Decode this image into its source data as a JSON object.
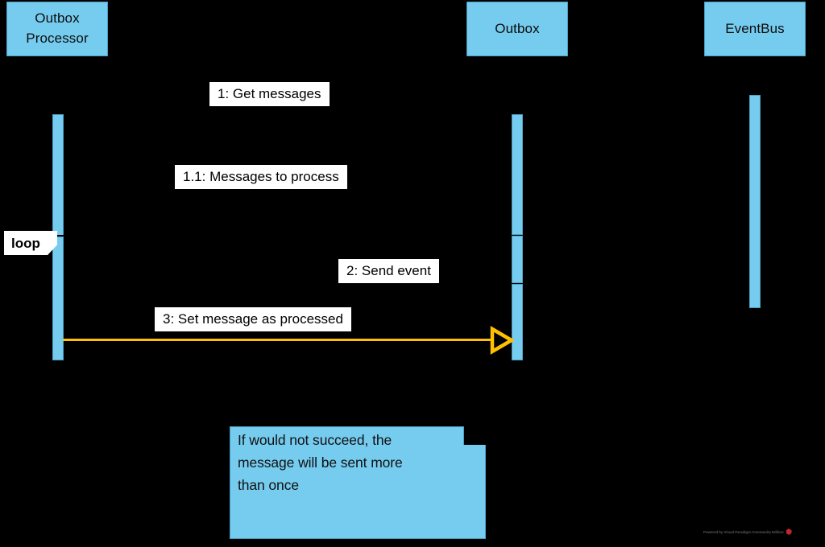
{
  "diagram": {
    "type": "uml-sequence-diagram",
    "background_color": "#000000",
    "accent_color": "#76CCEF",
    "arrow_color": "#FFC000",
    "label_background": "#FFFFFF"
  },
  "participants": [
    {
      "name": "outbox-processor",
      "label": "Outbox\nProcessor",
      "line1": "Outbox",
      "line2": "Processor"
    },
    {
      "name": "outbox",
      "label": "Outbox",
      "line1": "Outbox",
      "line2": ""
    },
    {
      "name": "eventbus",
      "label": "EventBus",
      "line1": "EventBus",
      "line2": ""
    }
  ],
  "fragment": {
    "kind": "loop",
    "label": "loop"
  },
  "messages": [
    {
      "number": "1",
      "text": "1: Get messages"
    },
    {
      "number": "1.1",
      "text": "1.1: Messages to process"
    },
    {
      "number": "2",
      "text": "2: Send event"
    },
    {
      "number": "3",
      "text": "3: Set message as processed"
    }
  ],
  "note": {
    "text": "If would not succeed, the message will be sent more than once",
    "line1": "If would not succeed, the",
    "line2": "message will be sent more",
    "line3": "than once"
  },
  "watermark": {
    "text": "Powered by Visual Paradigm Community Edition"
  }
}
